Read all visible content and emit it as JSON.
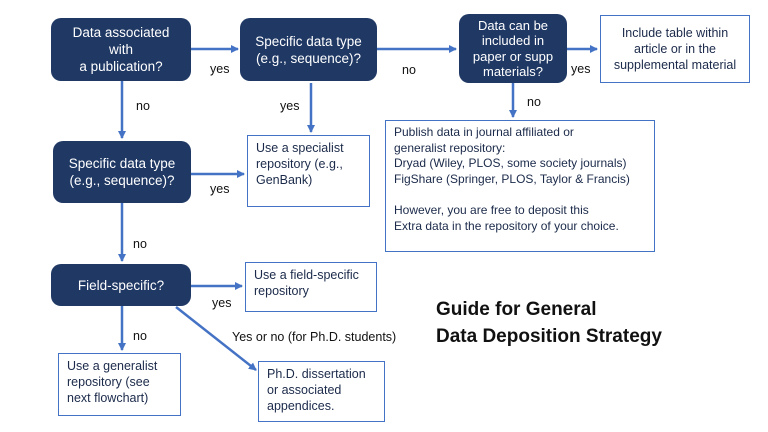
{
  "questions": {
    "pub": "Data associated with\na publication?",
    "spec1": "Specific data type\n(e.g., sequence)?",
    "supp": "Data can be\nincluded in\npaper or supp\nmaterials?",
    "spec2": "Specific data type\n(e.g., sequence)?",
    "field": "Field-specific?"
  },
  "outcomes": {
    "table": "Include table within\narticle or in the\nsupplemental material",
    "journal": "Publish data in journal affiliated or\ngeneralist repository:\nDryad (Wiley, PLOS, some society journals)\nFigShare (Springer, PLOS, Taylor & Francis)\n\nHowever, you are free to deposit this\nExtra data in the repository of your choice.",
    "specialist": "Use a specialist\nrepository (e.g.,\nGenBank)",
    "field_repo": "Use a field-specific\nrepository",
    "generalist": "Use a generalist\nrepository (see\nnext flowchart)",
    "phd": "Ph.D. dissertation\nor associated\nappendices."
  },
  "edge_labels": {
    "pub_spec1": "yes",
    "spec1_supp": "no",
    "supp_table": "yes",
    "pub_spec2": "no",
    "spec1_specialist": "yes",
    "supp_journal": "no",
    "spec2_specialist": "yes",
    "spec2_field": "no",
    "field_fieldrepo": "yes",
    "field_generalist": "no",
    "field_phd": "Yes or no (for Ph.D. students)"
  },
  "title": "Guide for General\nData Deposition Strategy",
  "colors": {
    "node_fill": "#1f3864",
    "arrow": "#4472c4",
    "box_border": "#4472c4"
  }
}
